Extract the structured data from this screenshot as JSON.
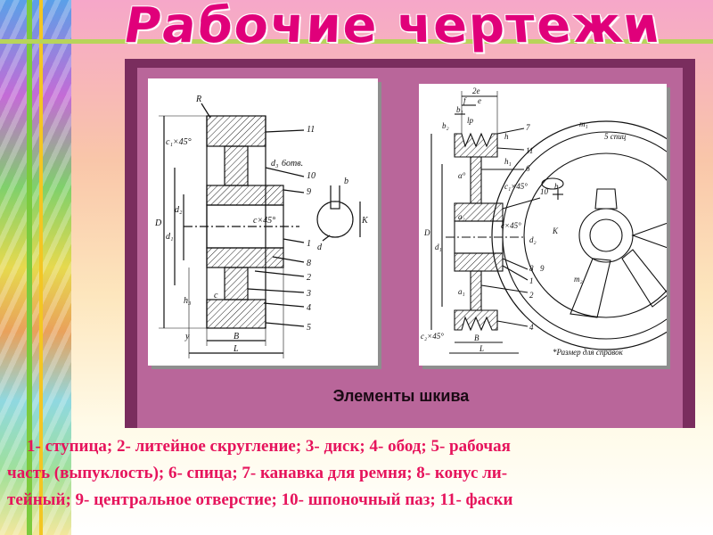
{
  "slide": {
    "title": "Рабочие чертежи",
    "caption": "Элементы шкива",
    "legend_lines": [
      "1- ступица; 2- литейное скругление; 3- диск; 4- обод;  5- рабочая",
      "часть (выпуклость); 6- спица; 7- канавка для ремня; 8- конус ли-",
      "тейный; 9- центральное отверстие; 10- шпоночный паз; 11- фаски"
    ]
  },
  "drawing_left": {
    "labels": {
      "R": "R",
      "c1x45": "c₁×45°",
      "d3": "d₃",
      "otv": "6отв.",
      "n11": "11",
      "n10": "10",
      "n9": "9",
      "b": "b",
      "K": "K",
      "d": "d",
      "D": "D",
      "d1": "d₁",
      "d2": "d₂",
      "cx45": "c×45°",
      "n1": "1",
      "n8": "8",
      "n2": "2",
      "n3": "3",
      "n4": "4",
      "n5": "5",
      "h3": "h₃",
      "c": "c",
      "y": "y",
      "B": "B",
      "L": "L"
    }
  },
  "drawing_right": {
    "labels": {
      "e2": "2e",
      "f": "f",
      "e": "e",
      "b1": "b₁",
      "lp": "lp",
      "b2": "b₂",
      "h": "h",
      "h1": "h₁",
      "n7": "7",
      "n11": "11",
      "n6": "6",
      "alpha": "α°",
      "c1x45": "c₁×45°",
      "n10": "10",
      "b": "b",
      "D": "D",
      "d1": "d₁",
      "a2": "a₂",
      "cx45": "c×45°",
      "d2": "d₂",
      "K": "K",
      "n8": "8",
      "n9": "9",
      "n1": "1",
      "n2": "2",
      "a1": "a₁",
      "n4": "4",
      "c2x45": "c₂×45°",
      "B": "B",
      "L": "L",
      "m1": "m₁",
      "m2": "m₂",
      "spokes": "5 спиц",
      "note": "*Размер   для справок"
    }
  }
}
